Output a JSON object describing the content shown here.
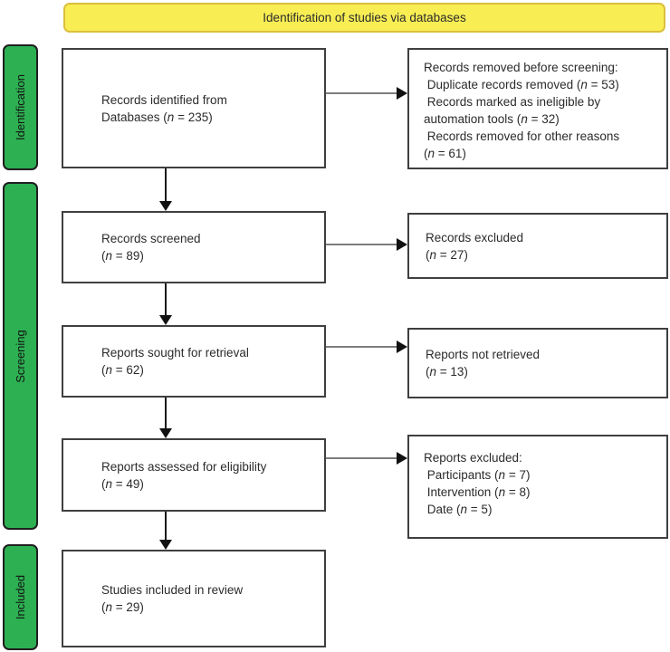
{
  "banner": {
    "title": "Identification of studies via databases"
  },
  "stages": [
    {
      "label": "Identification"
    },
    {
      "label": "Screening"
    },
    {
      "label": "Included"
    }
  ],
  "boxes": {
    "main": [
      {
        "text": "Records identified from\nDatabases (n = 235)"
      },
      {
        "text": "Records screened\n(n = 89)"
      },
      {
        "text": "Reports sought for retrieval\n(n = 62)"
      },
      {
        "text": "Reports assessed for eligibility\n(n = 49)"
      },
      {
        "text": "Studies included in review\n(n = 29)"
      }
    ],
    "side": [
      {
        "text": "Records removed before screening:\n Duplicate records removed (n = 53)\n Records marked as ineligible by\nautomation tools (n = 32)\n Records removed for other reasons\n(n = 61)"
      },
      {
        "text": "Records excluded\n(n = 27)"
      },
      {
        "text": "Reports not retrieved\n(n = 13)"
      },
      {
        "text": "Reports excluded:\n Participants (n = 7)\n Intervention (n = 8)\n Date (n = 5)"
      }
    ]
  },
  "colors": {
    "banner_fill": "#f8ee54",
    "banner_border": "#dcbe3d",
    "stage_fill": "#2db052",
    "stage_border": "#1f1f1f",
    "box_border": "#3f3f3f",
    "arrow_line_horizontal": "#7d7d7d",
    "arrow_line_vertical": "#1a1a1a",
    "arrow_head": "#111111",
    "text": "#2b2b2b"
  }
}
